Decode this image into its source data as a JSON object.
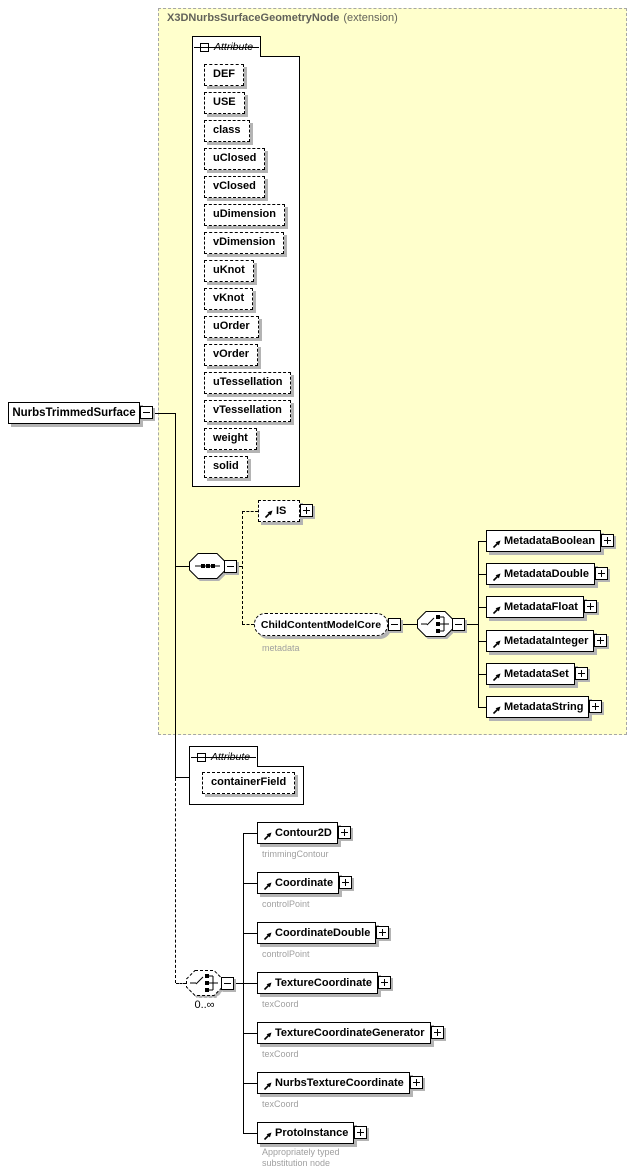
{
  "diagram": {
    "extension": {
      "title": "X3DNurbsSurfaceGeometryNode",
      "subtitle": "(extension)"
    },
    "root": {
      "label": "NurbsTrimmedSurface"
    },
    "attr_group_top": {
      "label": "Attribute",
      "items": [
        "DEF",
        "USE",
        "class",
        "uClosed",
        "vClosed",
        "uDimension",
        "vDimension",
        "uKnot",
        "vKnot",
        "uOrder",
        "vOrder",
        "uTessellation",
        "vTessellation",
        "weight",
        "solid"
      ]
    },
    "is_element": {
      "label": "IS"
    },
    "ccmc": {
      "label": "ChildContentModelCore",
      "annotation": "metadata"
    },
    "metadata_elements": [
      "MetadataBoolean",
      "MetadataDouble",
      "MetadataFloat",
      "MetadataInteger",
      "MetadataSet",
      "MetadataString"
    ],
    "attr_group_bottom": {
      "label": "Attribute",
      "items": [
        "containerField"
      ]
    },
    "choice": {
      "cardinality": "0..∞"
    },
    "children": [
      {
        "label": "Contour2D",
        "annotation": "trimmingContour"
      },
      {
        "label": "Coordinate",
        "annotation": "controlPoint"
      },
      {
        "label": "CoordinateDouble",
        "annotation": "controlPoint"
      },
      {
        "label": "TextureCoordinate",
        "annotation": "texCoord"
      },
      {
        "label": "TextureCoordinateGenerator",
        "annotation": "texCoord"
      },
      {
        "label": "NurbsTextureCoordinate",
        "annotation": "texCoord"
      },
      {
        "label": "ProtoInstance",
        "annotation": "Appropriately typed substitution node"
      }
    ],
    "colors": {
      "extension_bg": "#ffffcc",
      "extension_border": "#a6a6a6",
      "shadow": "#b4b4b4",
      "annotation_text": "#a0a0a0",
      "title_text": "#62625a"
    }
  }
}
